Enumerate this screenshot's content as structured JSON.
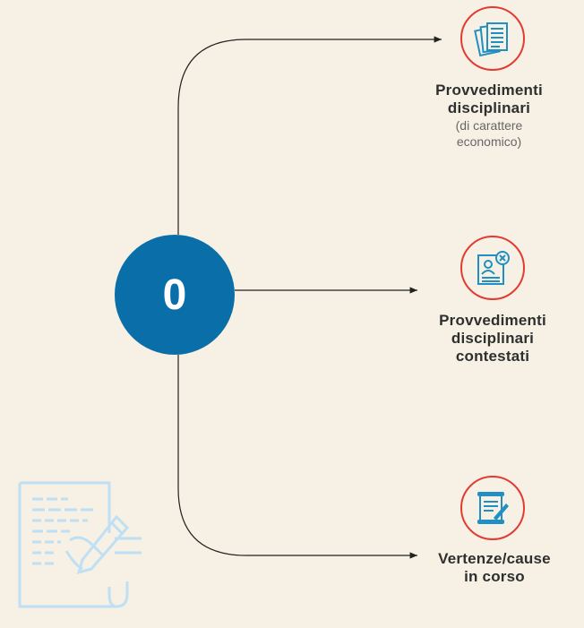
{
  "center": {
    "value": "0"
  },
  "items": [
    {
      "title_line1": "Provvedimenti",
      "title_line2": "disciplinari",
      "sub_line1": "(di carattere",
      "sub_line2": "economico)",
      "icon": "documents-icon"
    },
    {
      "title_line1": "Provvedimenti",
      "title_line2": "disciplinari",
      "title_line3": "contestati",
      "icon": "profile-document-x-icon"
    },
    {
      "title_line1": "Vertenze/cause",
      "title_line2": "in corso",
      "icon": "scroll-pen-icon"
    }
  ],
  "colors": {
    "background": "#f6f1e4",
    "center_circle": "#0a6fa8",
    "icon_ring": "#e23b33",
    "icon_fill": "#1f8fc4",
    "decor": "#bfe0f4"
  }
}
